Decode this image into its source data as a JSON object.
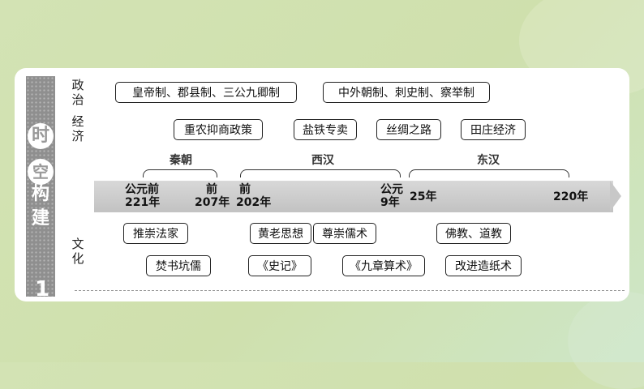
{
  "side_title": [
    "时",
    "空",
    "构",
    "建"
  ],
  "section_number": "1",
  "categories": {
    "politics": "政治",
    "economy": "经济",
    "culture": "文化"
  },
  "politics": [
    "皇帝制、郡县制、三公九卿制",
    "中外朝制、刺史制、察举制"
  ],
  "economy": [
    "重农抑商政策",
    "盐铁专卖",
    "丝绸之路",
    "田庄经济"
  ],
  "periods": [
    "秦朝",
    "西汉",
    "东汉"
  ],
  "timeline": {
    "qin_start_top": "公元前",
    "qin_start_bottom": "221年",
    "qin_end_top": "前",
    "qin_end_bottom": "207年",
    "xihan_start_top": "前",
    "xihan_start_bottom": "202年",
    "xihan_end_top": "公元",
    "xihan_end_bottom": "9年",
    "donghan_start": "25年",
    "donghan_end": "220年"
  },
  "culture_row1": [
    "推崇法家",
    "黄老思想",
    "尊崇儒术",
    "佛教、道教"
  ],
  "culture_row2": [
    "焚书坑儒",
    "《史记》",
    "《九章算术》",
    "改进造纸术"
  ]
}
